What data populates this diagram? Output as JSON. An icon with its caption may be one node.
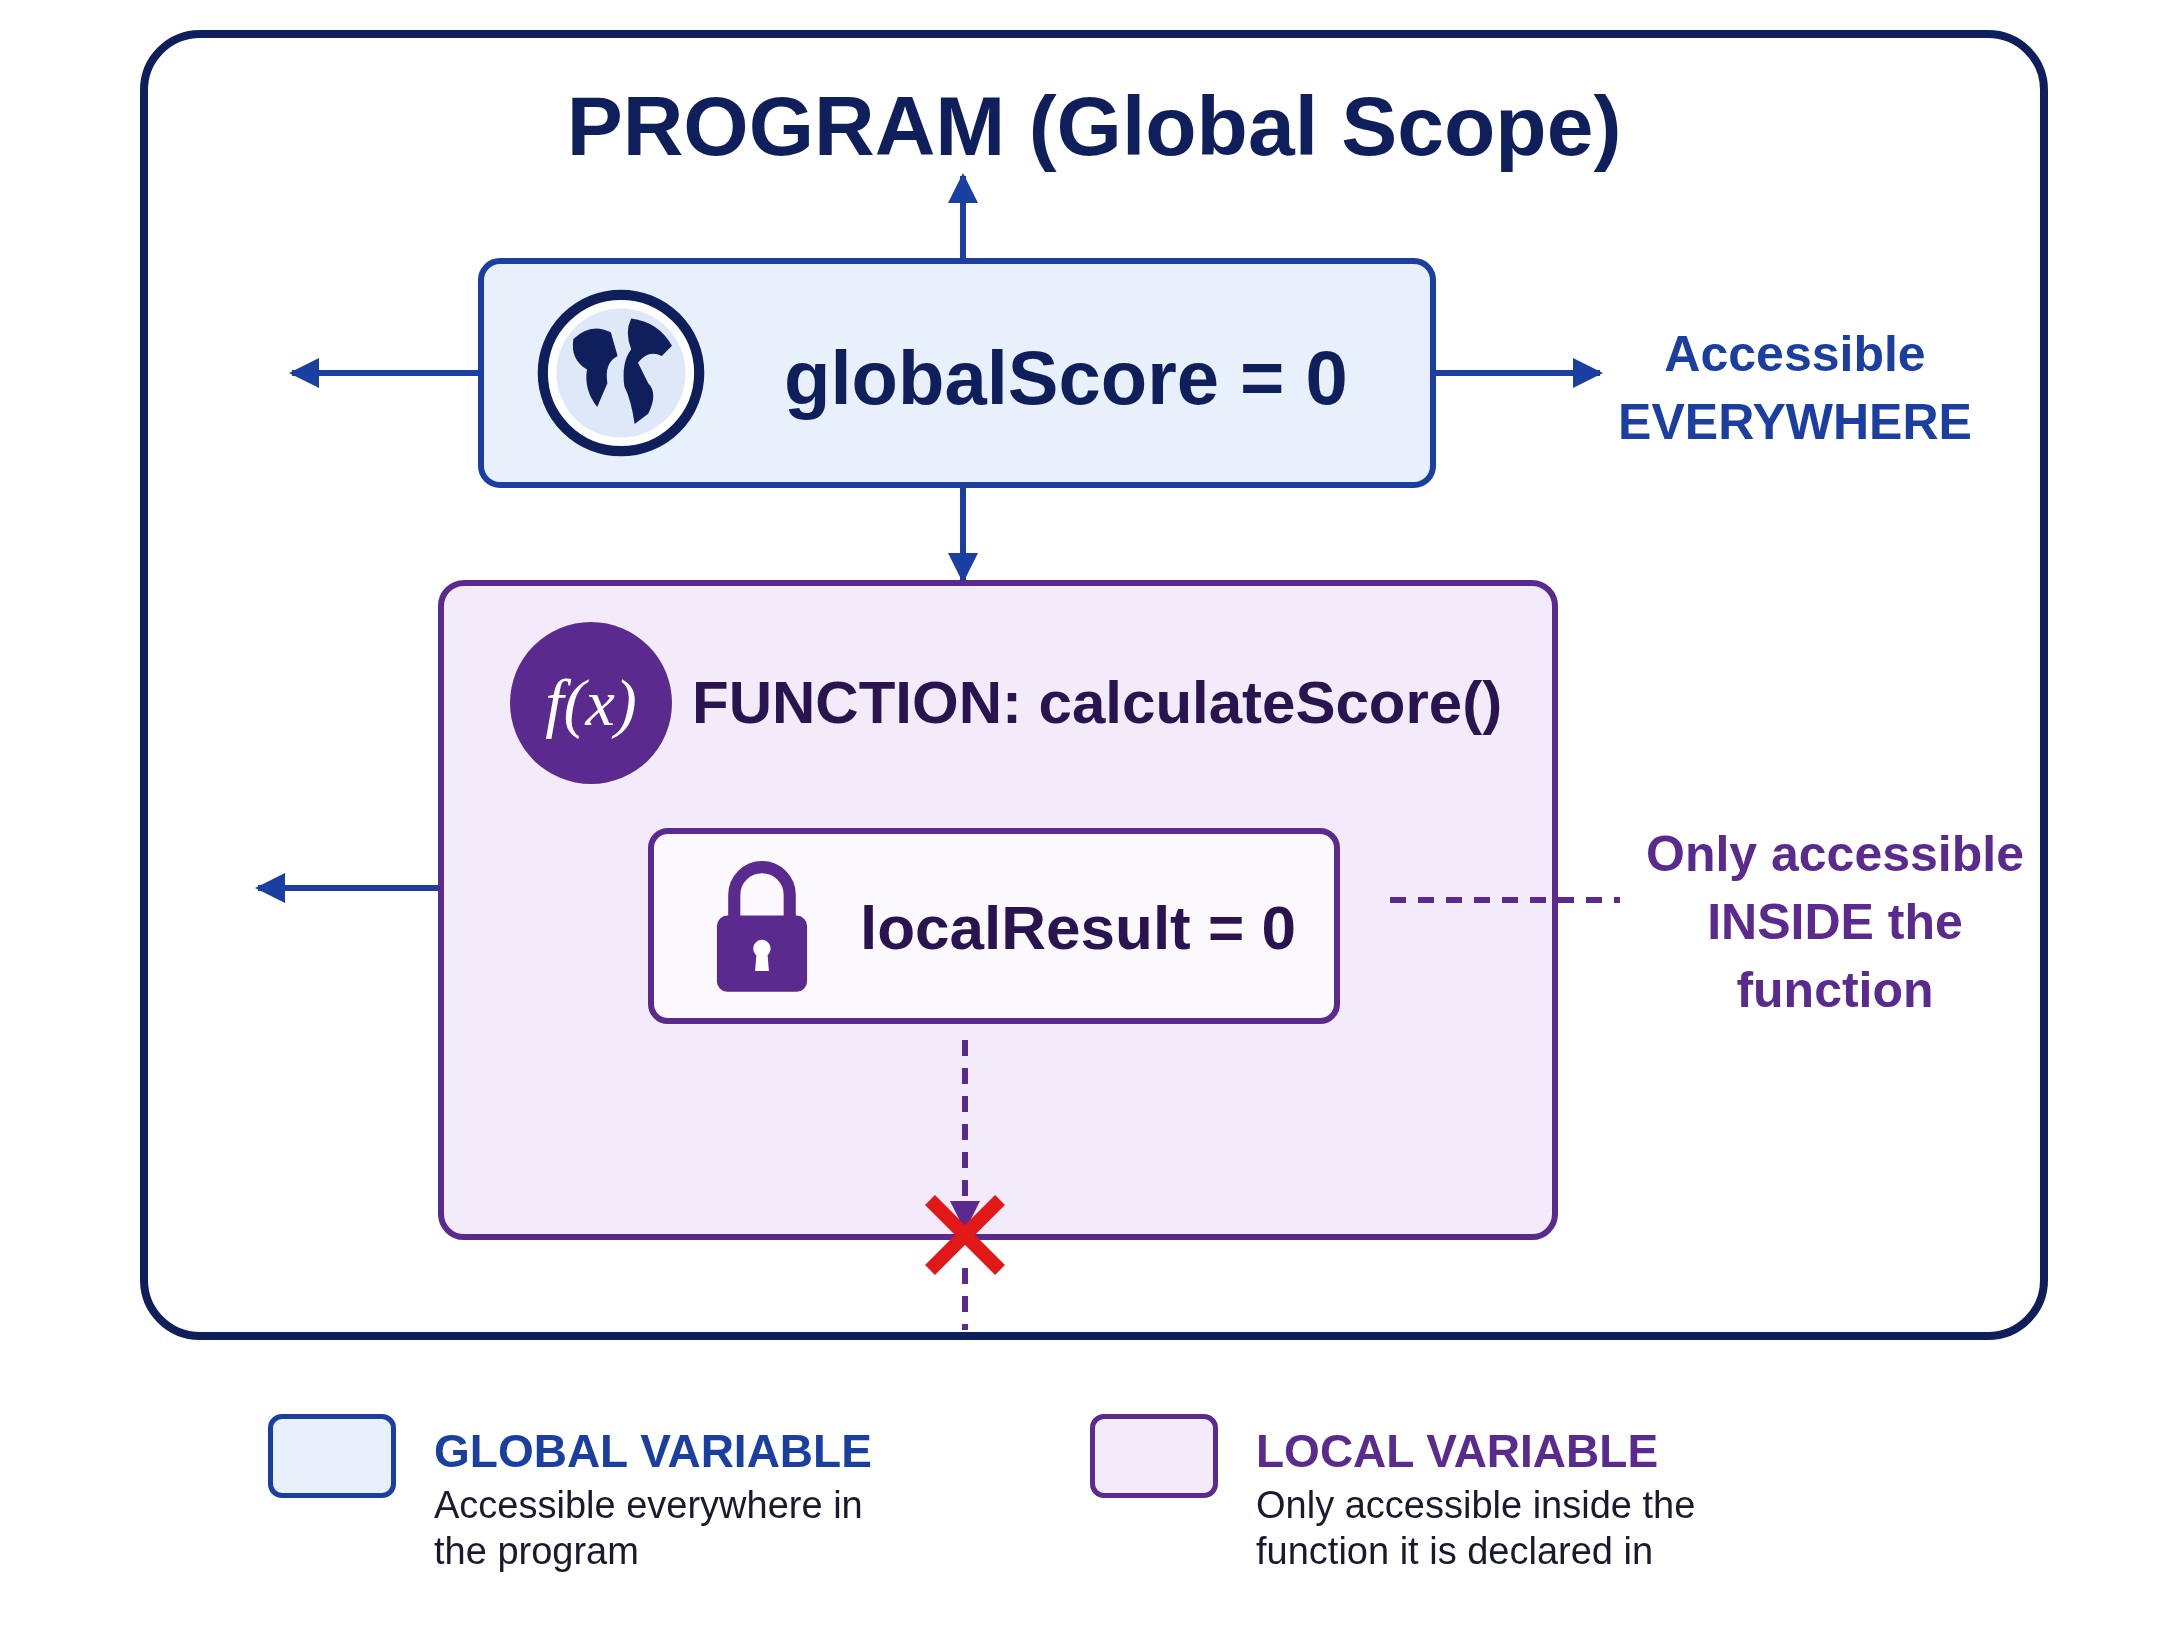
{
  "diagram": {
    "nodes": [
      {
        "text": [
          "PROGRAM (Global Scope)"
        ]
      },
      {
        "text": [
          "globalScore = 0"
        ],
        "in": 0
      },
      {
        "text": [
          "Accessible EVERYWHERE"
        ],
        "in": 0
      },
      {
        "text": [
          "f(x)",
          "FUNCTION: calculateScore()"
        ],
        "in": 0
      },
      {
        "text": [
          "localResult = 0"
        ],
        "in": 3
      },
      {
        "text": [
          "Only accessible INSIDE the function"
        ],
        "in": 0
      }
    ],
    "edges": [
      {
        "from": 1,
        "to": null,
        "arrow": "to"
      },
      {
        "from": 1,
        "to": null,
        "arrow": "to"
      },
      {
        "from": 1,
        "to": 2,
        "arrow": "to"
      },
      {
        "from": 1,
        "to": 3,
        "arrow": "to"
      },
      {
        "from": 3,
        "to": null,
        "arrow": "to"
      },
      {
        "from": 4,
        "to": 5,
        "arrow": "none",
        "style": "dashed",
        "color": "#5a2a8f"
      },
      {
        "from": 4,
        "to": null,
        "arrow": "to",
        "style": "dashed",
        "color": "#5a2a8f"
      }
    ],
    "labels": [
      "Accessible everywhere in the program",
      "Only accessible inside the function it is declared in"
    ],
    "legend": [
      {
        "text": "GLOBAL VARIABLE",
        "color": "#e8f0fc"
      },
      {
        "text": "LOCAL VARIABLE",
        "color": "#f3ebfa"
      }
    ]
  }
}
